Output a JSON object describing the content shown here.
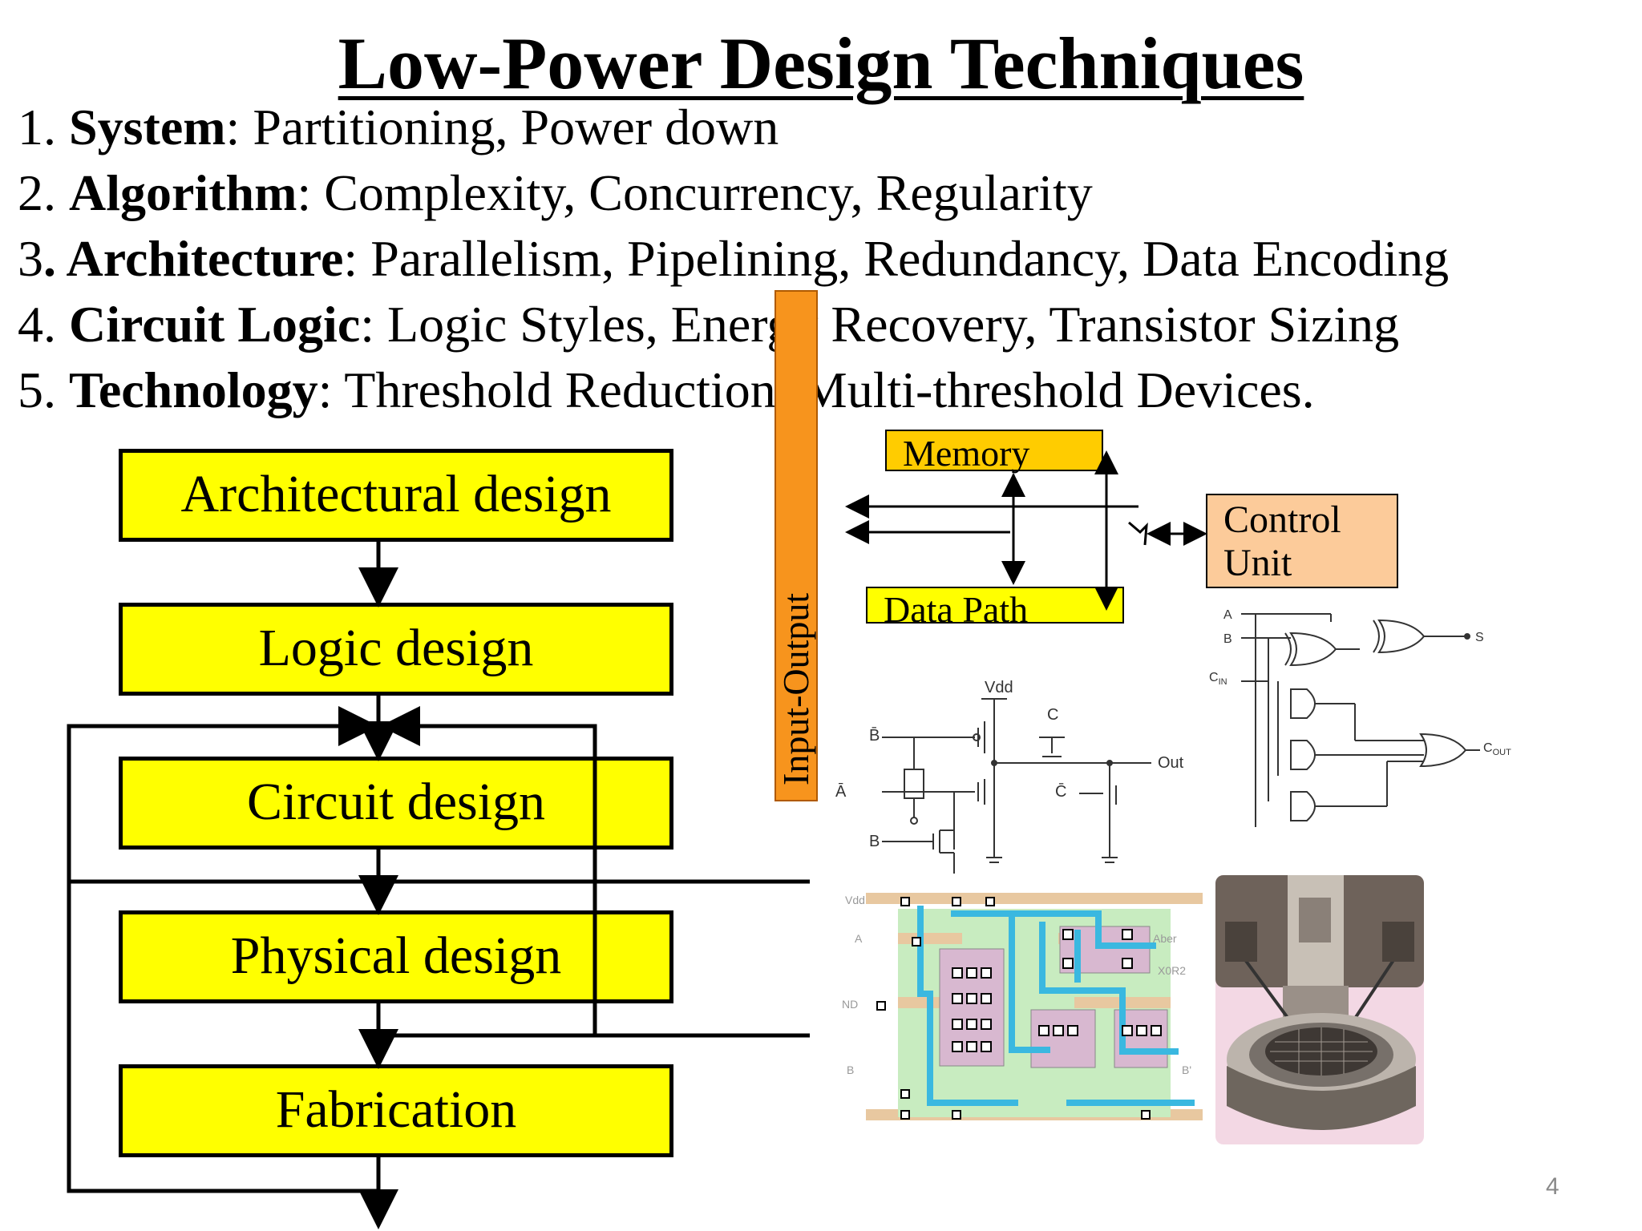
{
  "title": "Low-Power Design Techniques",
  "bullets": [
    {
      "num": "1. ",
      "term": "System",
      "rest": ": Partitioning, Power down"
    },
    {
      "num": "2. ",
      "term": "Algorithm",
      "rest": ": Complexity, Concurrency, Regularity"
    },
    {
      "num": "3",
      "term": ". Architecture",
      "rest": ": Parallelism, Pipelining, Redundancy, Data Encoding"
    },
    {
      "num": "4. ",
      "term": "Circuit Logic",
      "rest": ": Logic Styles, Energy Recovery, Transistor Sizing"
    },
    {
      "num": "5. ",
      "term": "Technology",
      "rest": ": Threshold Reduction, Multi-threshold Devices."
    }
  ],
  "flow": {
    "steps": [
      "Architectural design",
      "Logic design",
      "Circuit design",
      "Physical design",
      "Fabrication"
    ]
  },
  "architecture_diagram": {
    "io": "Input-Output",
    "memory": "Memory",
    "datapath": "Data Path",
    "control_line1": "Control",
    "control_line2": "Unit"
  },
  "transistor_labels": {
    "vdd": "Vdd",
    "b_bar": "B̄",
    "a_bar": "Ā",
    "b": "B",
    "c": "C",
    "c_bar": "C̄",
    "out": "Out"
  },
  "adder_labels": {
    "a": "A",
    "b": "B",
    "cin_c": "C",
    "cin_sub": "IN",
    "s": "S",
    "cout_c": "C",
    "cout_sub": "OUT"
  },
  "layout_labels": {
    "vdd": "Vdd",
    "a": "A",
    "nd": "ND",
    "b": "B",
    "aber": "Aber",
    "x": "X0R2",
    "bprime": "B'"
  },
  "page_number": "4",
  "colors": {
    "flow_box": "#ffff00",
    "io_bar": "#f7941d",
    "memory": "#ffcc00",
    "control": "#fccb9a"
  }
}
